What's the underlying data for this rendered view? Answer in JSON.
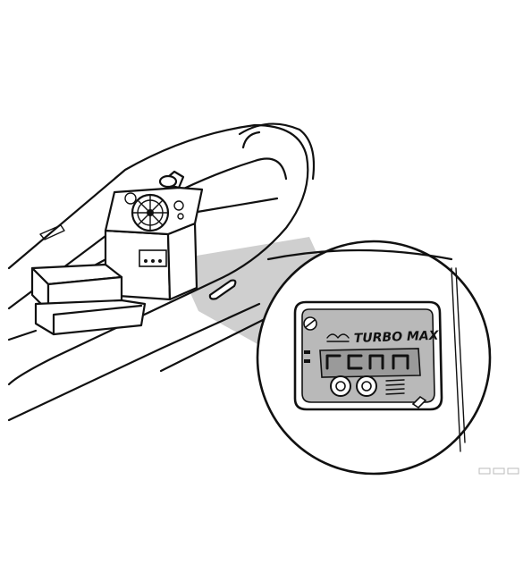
{
  "figure": {
    "display_brand": "TURBO MAX",
    "colors": {
      "ink": "#111111",
      "callout_shade": "#cfcfcf",
      "panel_face": "#b9b9b9",
      "display_window": "#9a9a9a"
    },
    "icons": [
      "boat-illustration",
      "steering-wheel-icon",
      "control-panel-icon",
      "zoom-callout"
    ]
  }
}
